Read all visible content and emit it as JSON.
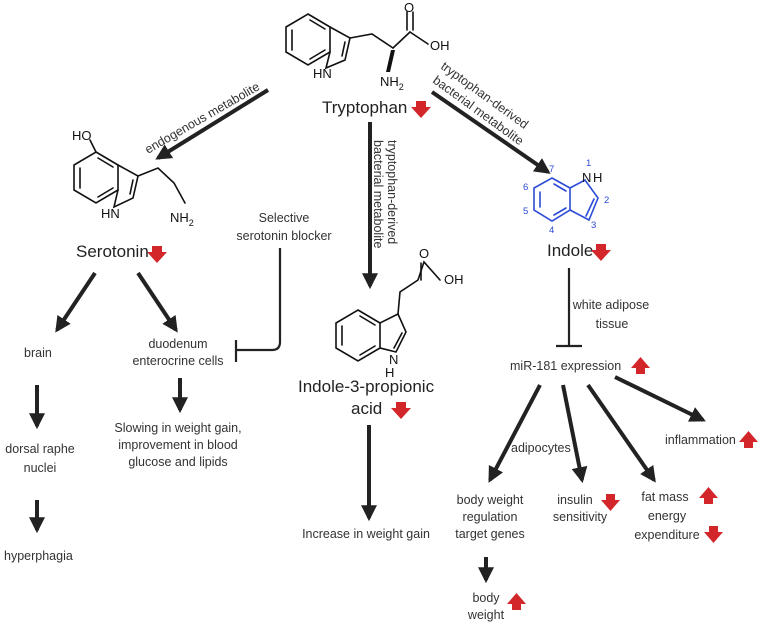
{
  "nodes": {
    "tryptophan": "Tryptophan",
    "serotonin": "Serotonin",
    "indole": "Indole",
    "ipa_line1": "Indole-3-propionic",
    "ipa_line2": "acid",
    "brain": "brain",
    "dorsal_raphe_1": "dorsal raphe",
    "dorsal_raphe_2": "nuclei",
    "hyperphagia": "hyperphagia",
    "duodenum_1": "duodenum",
    "duodenum_2": "enterocrine cells",
    "slowing_1": "Slowing in weight gain,",
    "slowing_2": "improvement in blood",
    "slowing_3": "glucose and lipids",
    "increase": "Increase in weight gain",
    "mir181": "miR-181 expression",
    "bwrtg_1": "body weight",
    "bwrtg_2": "regulation",
    "bwrtg_3": "target genes",
    "body_weight_1": "body",
    "body_weight_2": "weight",
    "insulin_1": "insulin",
    "insulin_2": "sensitivity",
    "fat_mass": "fat mass",
    "energy_1": "energy",
    "energy_2": "expenditure",
    "inflammation": "inflammation"
  },
  "edge_labels": {
    "endogenous": "endogenous metabolite",
    "trp_bact_1": "tryptophan-derived",
    "trp_bact_2": "bacterial metabolite",
    "selective_1": "Selective",
    "selective_2": "serotonin blocker",
    "white_adipose_1": "white adipose",
    "white_adipose_2": "tissue",
    "adipocytes": "adipocytes"
  },
  "atoms": {
    "oxygen": "O",
    "oh": "OH",
    "hn": "HN",
    "nh2_main": "NH",
    "nh2_sub": "2",
    "ho": "HO",
    "hn_sero": "HN",
    "nh2_sero": "NH",
    "nh2_sero_sub": "2",
    "o_ipa": "O",
    "oh_ipa": "OH",
    "n_ipa": "N",
    "h_ipa": "H",
    "n_indole": "N",
    "h_indole": "H"
  },
  "ring_numbers": [
    "1",
    "2",
    "3",
    "4",
    "5",
    "6",
    "7"
  ],
  "colors": {
    "arrow": "#222222",
    "indicator": "#d3262b",
    "ring_numbers": "#2c4bd6"
  }
}
